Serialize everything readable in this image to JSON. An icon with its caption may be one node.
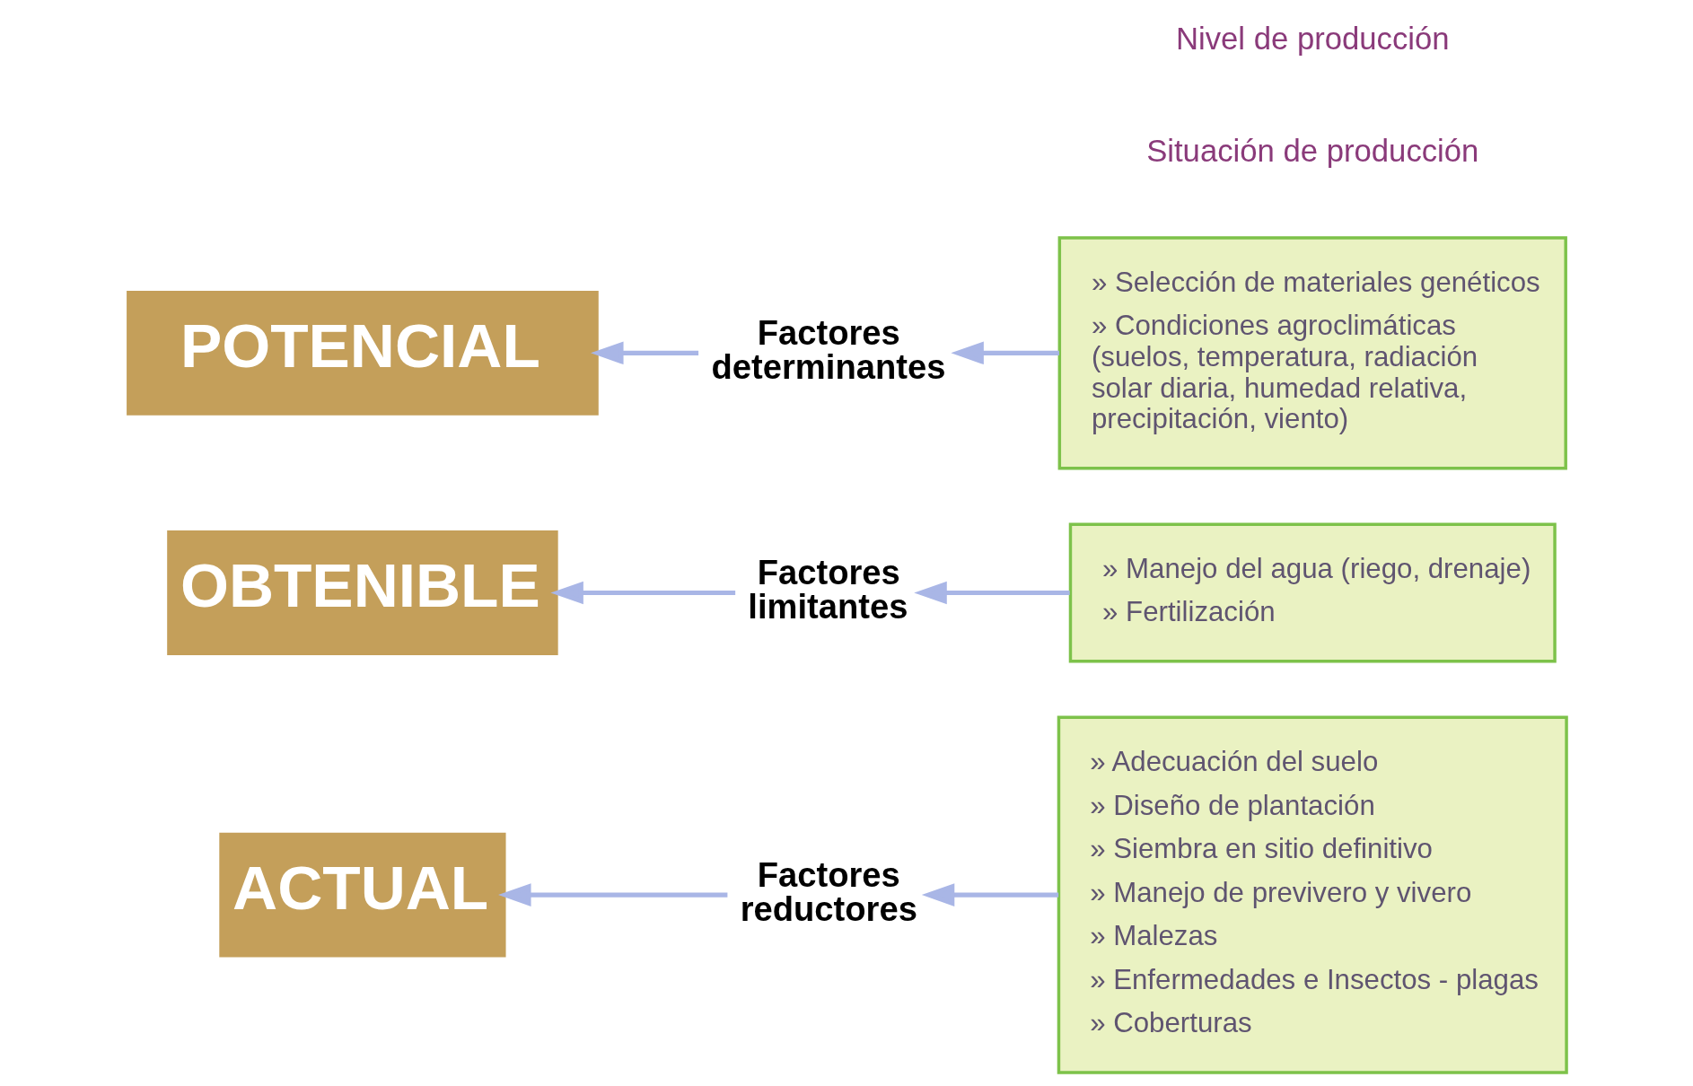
{
  "diagram": {
    "nodes": [
      {
        "text": [
          "POTENCIAL"
        ]
      },
      {
        "text": [
          "Factores determinantes"
        ]
      },
      {
        "text": [
          "» Selección de materiales genéticos",
          "» Condiciones agroclimáticas (suelos, temperatura, radiación solar diaria, humedad relativa, precipitación, viento)"
        ]
      },
      {
        "text": [
          "OBTENIBLE"
        ]
      },
      {
        "text": [
          "Factores limitantes"
        ]
      },
      {
        "text": [
          "» Manejo del agua (riego, drenaje)",
          "» Fertilización"
        ]
      },
      {
        "text": [
          "ACTUAL"
        ]
      },
      {
        "text": [
          "Factores reductores"
        ]
      },
      {
        "text": [
          "» Adecuación del suelo",
          "» Diseño de plantación",
          "» Siembra en sitio definitivo",
          "» Manejo de previvero y vivero",
          "» Malezas",
          "» Enfermedades e Insectos - plagas",
          "» Coberturas"
        ]
      }
    ],
    "edges": [
      {
        "from": 2,
        "to": 1,
        "arrow": "to"
      },
      {
        "from": 1,
        "to": 0,
        "arrow": "to"
      },
      {
        "from": 5,
        "to": 4,
        "arrow": "to"
      },
      {
        "from": 4,
        "to": 3,
        "arrow": "to"
      },
      {
        "from": 8,
        "to": 7,
        "arrow": "to"
      },
      {
        "from": 7,
        "to": 6,
        "arrow": "to"
      }
    ],
    "labels": [
      "Situación de producción",
      "Nivel de producción"
    ]
  }
}
